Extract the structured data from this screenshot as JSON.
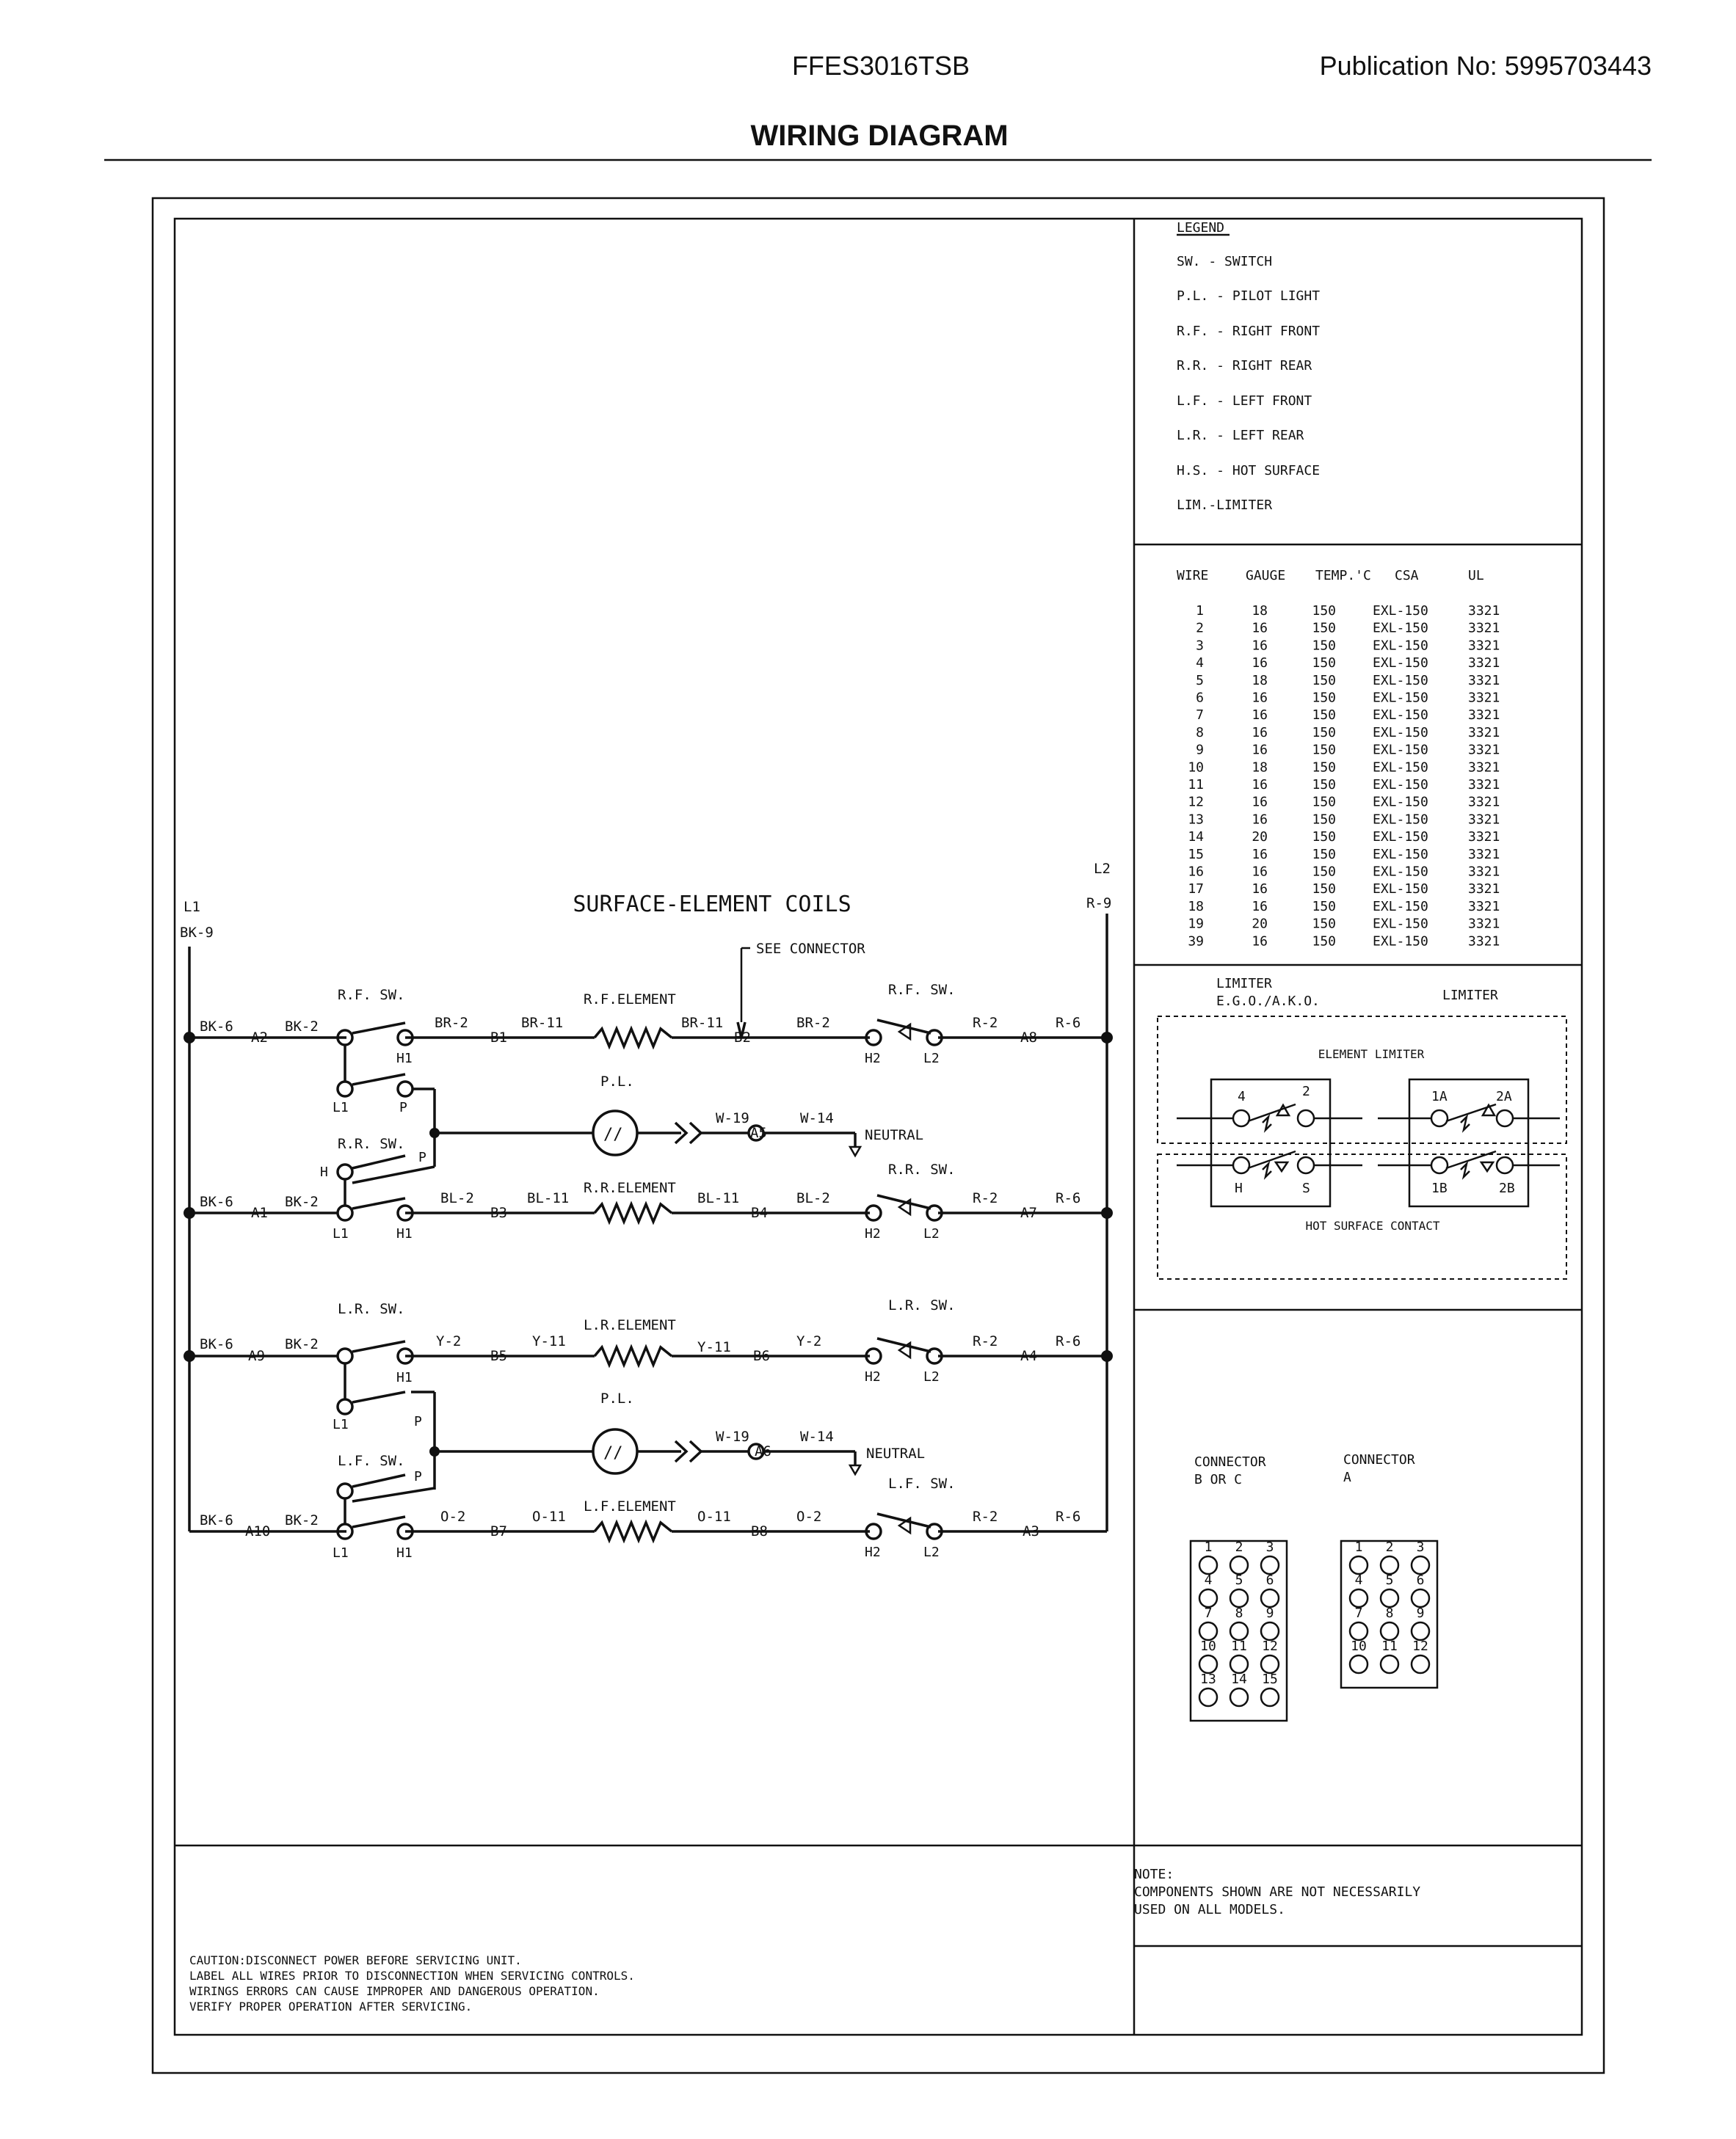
{
  "header": {
    "model": "FFES3016TSB",
    "publication": "Publication No:  5995703443",
    "title": "WIRING DIAGRAM"
  },
  "schematic": {
    "title": "SURFACE-ELEMENT  COILS",
    "l1": "L1",
    "bk9": "BK-9",
    "l2": "L2",
    "r9": "R-9",
    "see_connector": "SEE CONNECTOR",
    "neutral": "NEUTRAL",
    "pl": "P.L.",
    "w19": "W-19",
    "w14": "W-14",
    "a5": "A5",
    "a6": "A6",
    "sw": {
      "rf": "R.F. SW.",
      "rr": "R.R. SW.",
      "lr": "L.R. SW.",
      "lf": "L.F. SW."
    },
    "elem": {
      "rf": "R.F.ELEMENT",
      "rr": "R.R.ELEMENT",
      "lr": "L.R.ELEMENT",
      "lf": "L.F.ELEMENT"
    },
    "term": {
      "l1": "L1",
      "h1": "H1",
      "p": "P",
      "h": "H",
      "h2": "H2",
      "l2": "L2"
    },
    "rows": {
      "rf": {
        "bk6": "BK-6",
        "a": "A2",
        "bk2": "BK-2",
        "w1": "BR-2",
        "b1": "B1",
        "w2": "BR-11",
        "w3": "BR-11",
        "b2": "B2",
        "w4": "BR-2",
        "r2": "R-2",
        "a2": "A8",
        "r6": "R-6"
      },
      "rr": {
        "bk6": "BK-6",
        "a": "A1",
        "bk2": "BK-2",
        "w1": "BL-2",
        "b1": "B3",
        "w2": "BL-11",
        "w3": "BL-11",
        "b2": "B4",
        "w4": "BL-2",
        "r2": "R-2",
        "a2": "A7",
        "r6": "R-6"
      },
      "lr": {
        "bk6": "BK-6",
        "a": "A9",
        "bk2": "BK-2",
        "w1": "Y-2",
        "b1": "B5",
        "w2": "Y-11",
        "w3": "Y-11",
        "b2": "B6",
        "w4": "Y-2",
        "r2": "R-2",
        "a2": "A4",
        "r6": "R-6"
      },
      "lf": {
        "bk6": "BK-6",
        "a": "A10",
        "bk2": "BK-2",
        "w1": "O-2",
        "b1": "B7",
        "w2": "O-11",
        "w3": "O-11",
        "b2": "B8",
        "w4": "O-2",
        "r2": "R-2",
        "a2": "A3",
        "r6": "R-6"
      }
    }
  },
  "legend": {
    "title": "LEGEND",
    "items": [
      "SW.  - SWITCH",
      "P.L. - PILOT LIGHT",
      "R.F. - RIGHT FRONT",
      "R.R. - RIGHT REAR",
      "L.F. - LEFT FRONT",
      "L.R. - LEFT REAR",
      "H.S. - HOT SURFACE",
      "LIM.-LIMITER"
    ]
  },
  "wire_table": {
    "headers": [
      "WIRE",
      "GAUGE",
      "TEMP.'C",
      "CSA",
      "UL"
    ],
    "rows": [
      [
        "1",
        "18",
        "150",
        "EXL-150",
        "3321"
      ],
      [
        "2",
        "16",
        "150",
        "EXL-150",
        "3321"
      ],
      [
        "3",
        "16",
        "150",
        "EXL-150",
        "3321"
      ],
      [
        "4",
        "16",
        "150",
        "EXL-150",
        "3321"
      ],
      [
        "5",
        "18",
        "150",
        "EXL-150",
        "3321"
      ],
      [
        "6",
        "16",
        "150",
        "EXL-150",
        "3321"
      ],
      [
        "7",
        "16",
        "150",
        "EXL-150",
        "3321"
      ],
      [
        "8",
        "16",
        "150",
        "EXL-150",
        "3321"
      ],
      [
        "9",
        "16",
        "150",
        "EXL-150",
        "3321"
      ],
      [
        "10",
        "18",
        "150",
        "EXL-150",
        "3321"
      ],
      [
        "11",
        "16",
        "150",
        "EXL-150",
        "3321"
      ],
      [
        "12",
        "16",
        "150",
        "EXL-150",
        "3321"
      ],
      [
        "13",
        "16",
        "150",
        "EXL-150",
        "3321"
      ],
      [
        "14",
        "20",
        "150",
        "EXL-150",
        "3321"
      ],
      [
        "15",
        "16",
        "150",
        "EXL-150",
        "3321"
      ],
      [
        "16",
        "16",
        "150",
        "EXL-150",
        "3321"
      ],
      [
        "17",
        "16",
        "150",
        "EXL-150",
        "3321"
      ],
      [
        "18",
        "16",
        "150",
        "EXL-150",
        "3321"
      ],
      [
        "19",
        "20",
        "150",
        "EXL-150",
        "3321"
      ],
      [
        "39",
        "16",
        "150",
        "EXL-150",
        "3321"
      ]
    ]
  },
  "limiter": {
    "label_left_1": "LIMITER",
    "label_left_2": "E.G.O./A.K.O.",
    "label_right": "LIMITER",
    "element_limiter": "ELEMENT LIMITER",
    "hot_surface": "HOT SURFACE CONTACT",
    "t4": "4",
    "t2": "2",
    "t1a": "1A",
    "t2a": "2A",
    "th": "H",
    "ts": "S",
    "t1b": "1B",
    "t2b": "2B"
  },
  "connectors": {
    "bc_title_1": "CONNECTOR",
    "bc_title_2": "B OR C",
    "a_title_1": "CONNECTOR",
    "a_title_2": "A",
    "bc_pins": [
      "1",
      "2",
      "3",
      "4",
      "5",
      "6",
      "7",
      "8",
      "9",
      "10",
      "11",
      "12",
      "13",
      "14",
      "15"
    ],
    "a_pins": [
      "1",
      "2",
      "3",
      "4",
      "5",
      "6",
      "7",
      "8",
      "9",
      "10",
      "11",
      "12"
    ]
  },
  "note": {
    "lines": [
      "NOTE:",
      "COMPONENTS SHOWN ARE NOT NECESSARILY",
      "USED ON ALL MODELS."
    ]
  },
  "caution": {
    "lines": [
      "CAUTION:DISCONNECT POWER BEFORE SERVICING UNIT.",
      "LABEL ALL WIRES PRIOR TO DISCONNECTION WHEN SERVICING CONTROLS.",
      "WIRINGS ERRORS CAN CAUSE IMPROPER AND DANGEROUS OPERATION.",
      "VERIFY PROPER OPERATION AFTER SERVICING."
    ]
  }
}
